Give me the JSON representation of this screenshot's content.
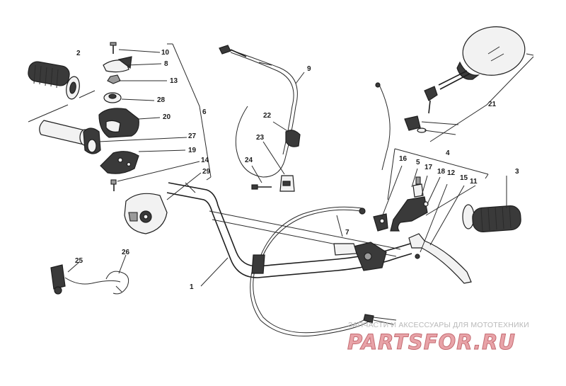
{
  "part_labels": [
    {
      "id": "p1",
      "text": "1"
    },
    {
      "id": "p2",
      "text": "2"
    },
    {
      "id": "p3",
      "text": "3"
    },
    {
      "id": "p4",
      "text": "4"
    },
    {
      "id": "p5",
      "text": "5"
    },
    {
      "id": "p6",
      "text": "6"
    },
    {
      "id": "p7",
      "text": "7"
    },
    {
      "id": "p8",
      "text": "8"
    },
    {
      "id": "p9",
      "text": "9"
    },
    {
      "id": "p10",
      "text": "10"
    },
    {
      "id": "p11",
      "text": "11"
    },
    {
      "id": "p12",
      "text": "12"
    },
    {
      "id": "p13",
      "text": "13"
    },
    {
      "id": "p14",
      "text": "14"
    },
    {
      "id": "p15",
      "text": "15"
    },
    {
      "id": "p16",
      "text": "16"
    },
    {
      "id": "p17",
      "text": "17"
    },
    {
      "id": "p18",
      "text": "18"
    },
    {
      "id": "p19",
      "text": "19"
    },
    {
      "id": "p20",
      "text": "20"
    },
    {
      "id": "p21",
      "text": "21"
    },
    {
      "id": "p22",
      "text": "22"
    },
    {
      "id": "p23",
      "text": "23"
    },
    {
      "id": "p24",
      "text": "24"
    },
    {
      "id": "p25",
      "text": "25"
    },
    {
      "id": "p26",
      "text": "26"
    },
    {
      "id": "p27",
      "text": "27"
    },
    {
      "id": "p28",
      "text": "28"
    },
    {
      "id": "p29",
      "text": "29"
    }
  ],
  "watermark": {
    "tagline": "ЗАПЧАСТИ И АКСЕССУАРЫ ДЛЯ МОТОТЕХНИКИ",
    "logo": "PARTSFOR.RU"
  }
}
